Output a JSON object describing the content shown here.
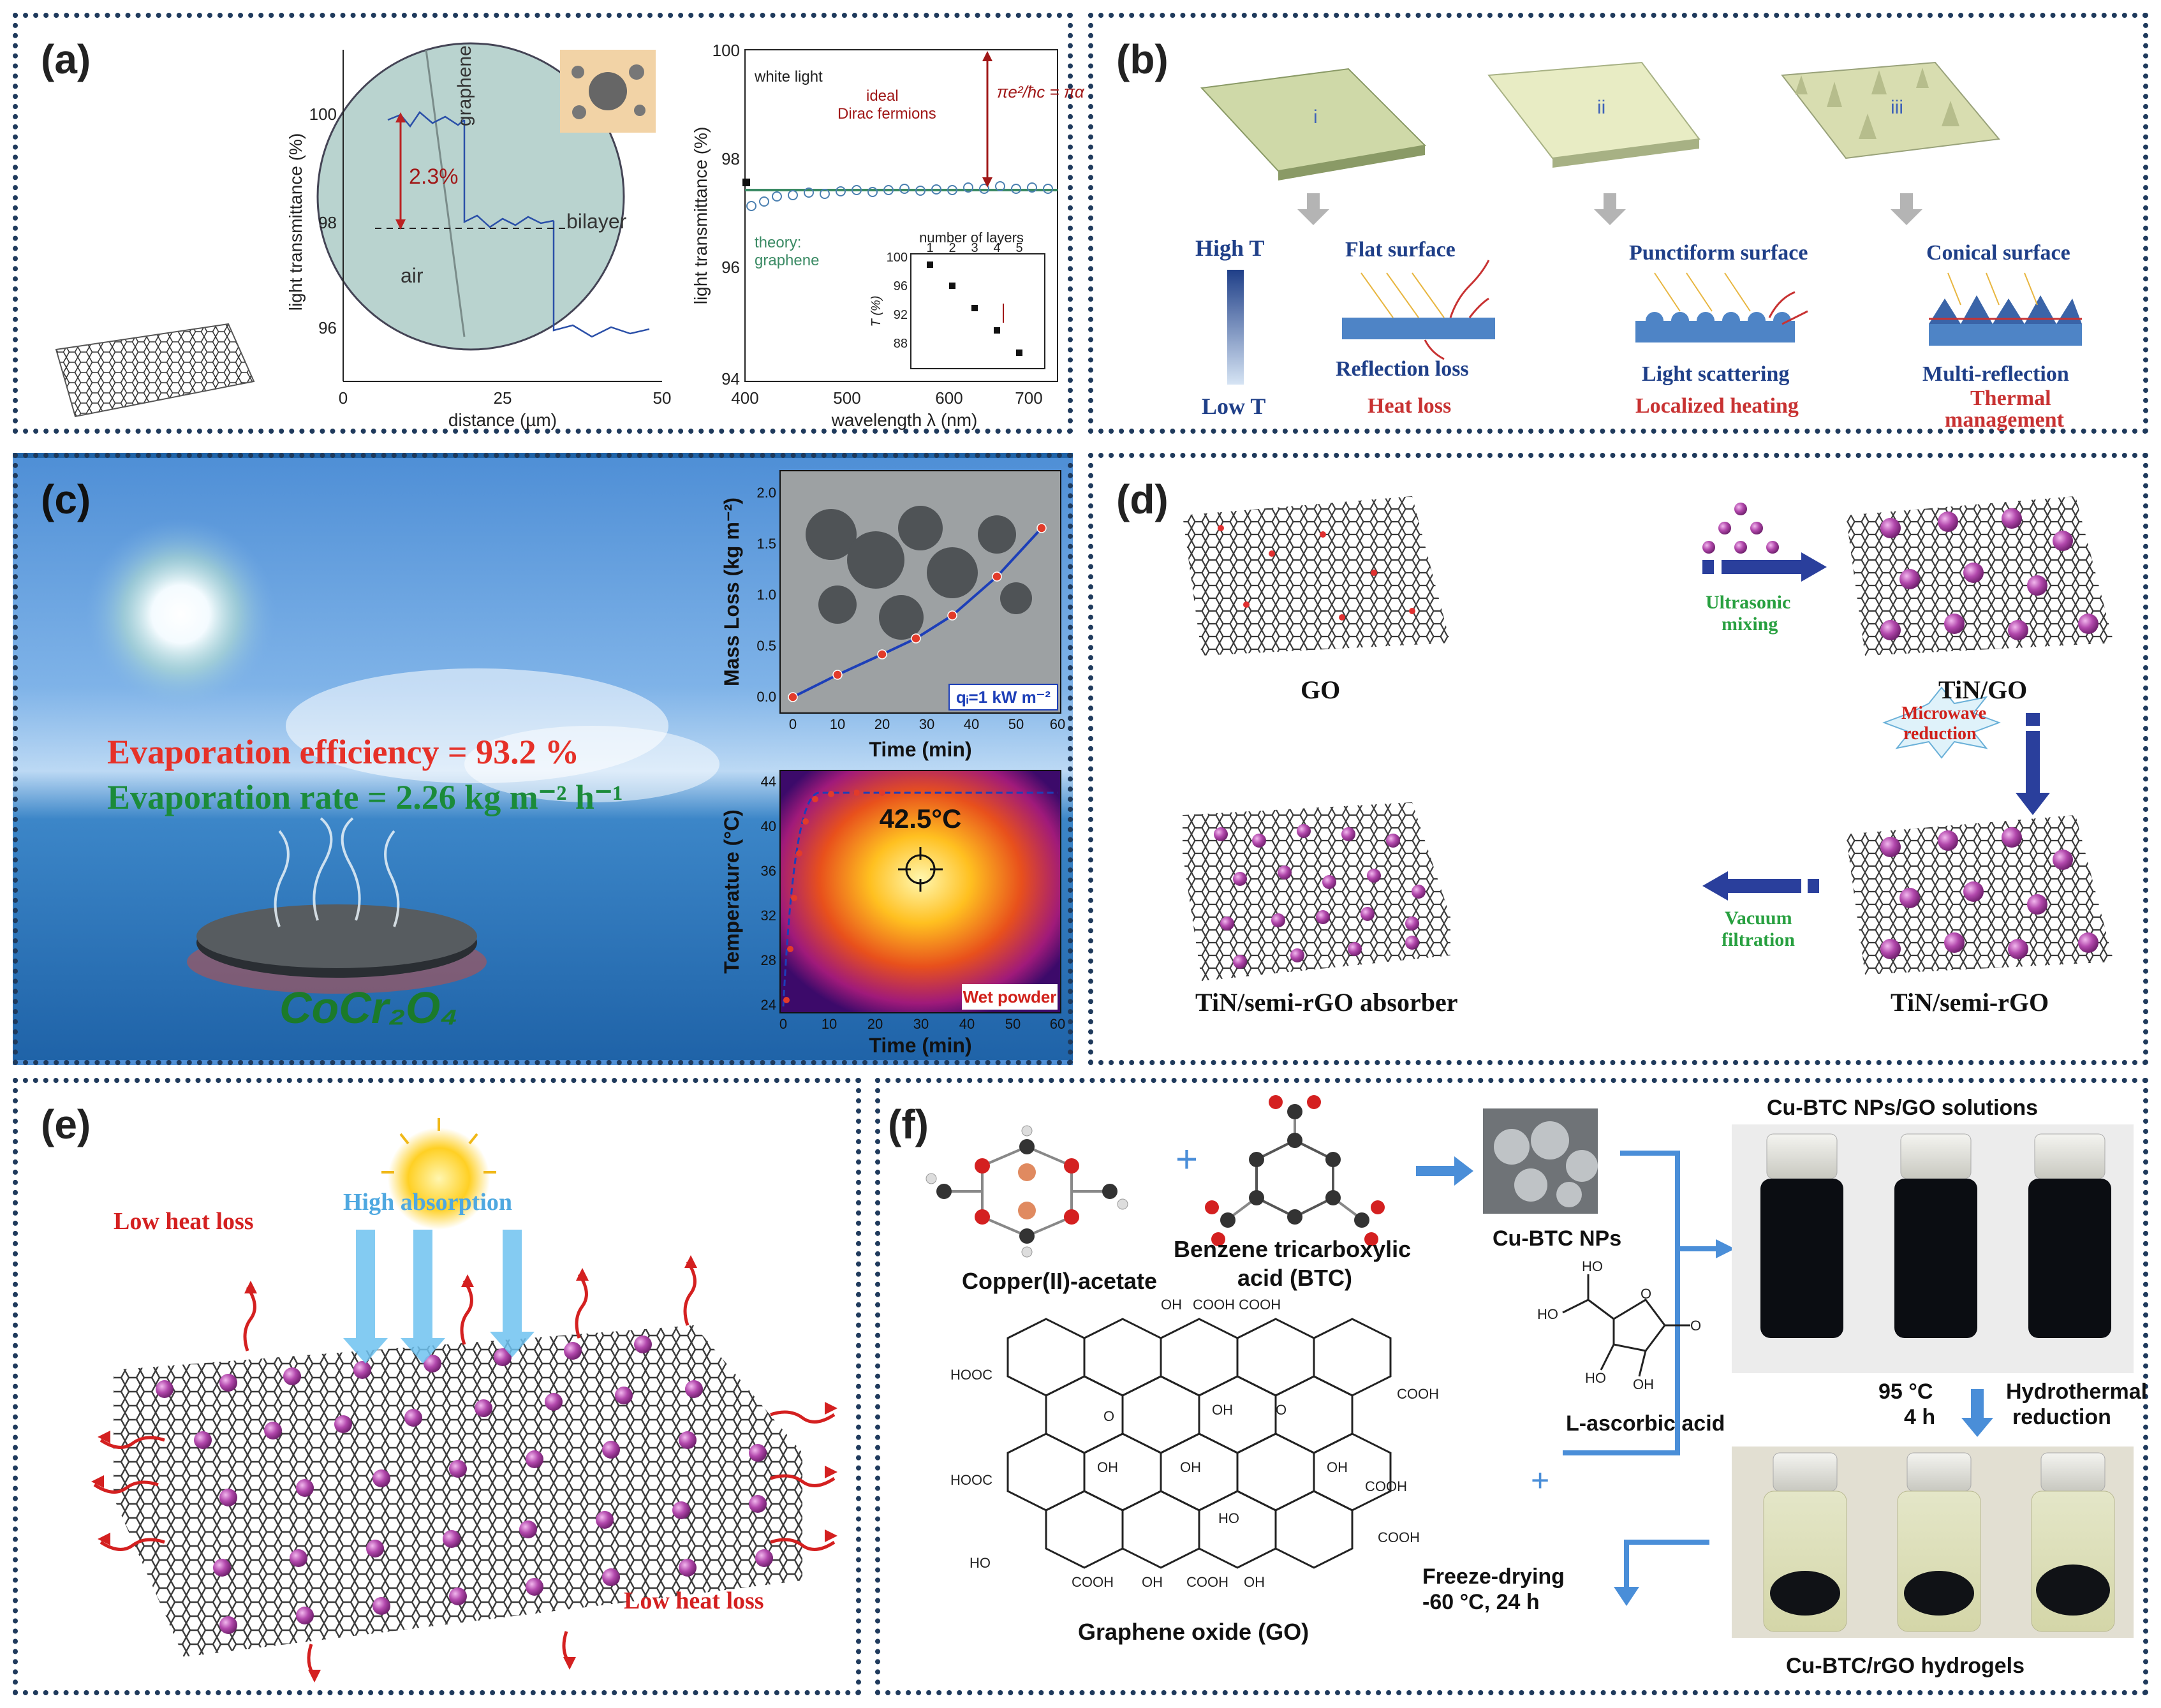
{
  "panels": {
    "a": {
      "label": "(a)",
      "micro": {
        "ylabel": "light transmittance (%)",
        "xlabel": "distance (µm)",
        "yticks": [
          "100",
          "98",
          "96"
        ],
        "xticks": [
          "0",
          "25",
          "50"
        ],
        "text_graphene": "graphene",
        "text_bilayer": "bilayer",
        "text_air": "air",
        "text_step": "2.3%"
      },
      "spectrum": {
        "ylabel": "light transmittance (%)",
        "xlabel": "wavelength λ (nm)",
        "yticks": [
          "100",
          "98",
          "96",
          "94"
        ],
        "xticks": [
          "400",
          "500",
          "600",
          "700"
        ],
        "white_light": "white light",
        "ideal": "ideal",
        "dirac": "Dirac fermions",
        "theory": "theory:",
        "theory2": "graphene",
        "formula": "πe²/ħc = πα",
        "inset_title": "number of layers",
        "inset_ylabel": "T (%)",
        "inset_xticks": [
          "1",
          "2",
          "3",
          "4",
          "5"
        ],
        "inset_yticks": [
          "100",
          "96",
          "92",
          "88"
        ]
      }
    },
    "b": {
      "label": "(b)",
      "roman": [
        "i",
        "ii",
        "iii"
      ],
      "high_t": "High T",
      "low_t": "Low T",
      "col1": {
        "title": "Flat surface",
        "line1": "Reflection loss",
        "line2": "Heat loss"
      },
      "col2": {
        "title": "Punctiform surface",
        "line1": "Light scattering",
        "line2": "Localized heating"
      },
      "col3": {
        "title": "Conical surface",
        "line1": "Multi-reflection",
        "line2": "Thermal",
        "line3": "management"
      }
    },
    "c": {
      "label": "(c)",
      "efficiency": "Evaporation efficiency = 93.2 %",
      "rate": "Evaporation rate = 2.26 kg m⁻² h⁻¹",
      "material": "CoCr₂O₄",
      "mass_ylabel": "Mass Loss (kg m⁻²)",
      "mass_xlabel": "Time (min)",
      "mass_legend": "qᵢ=1 kW m⁻²",
      "mass_yticks": [
        "0.0",
        "0.5",
        "1.0",
        "1.5",
        "2.0"
      ],
      "mass_xticks": [
        "0",
        "10",
        "20",
        "30",
        "40",
        "50",
        "60"
      ],
      "temp_ylabel": "Temperature (°C)",
      "temp_xlabel": "Time (min)",
      "temp_value": "42.5°C",
      "temp_legend": "Wet powder",
      "temp_yticks": [
        "24",
        "28",
        "32",
        "36",
        "40",
        "44"
      ],
      "temp_xticks": [
        "0",
        "10",
        "20",
        "30",
        "40",
        "50",
        "60"
      ]
    },
    "d": {
      "label": "(d)",
      "go": "GO",
      "tin_go": "TiN/GO",
      "ultrasonic1": "Ultrasonic",
      "ultrasonic2": "mixing",
      "microwave1": "Microwave",
      "microwave2": "reduction",
      "vacuum1": "Vacuum",
      "vacuum2": "filtration",
      "absorber": "TiN/semi-rGO absorber",
      "semi": "TiN/semi-rGO"
    },
    "e": {
      "label": "(e)",
      "low_heat_top": "Low heat loss",
      "high_abs": "High absorption",
      "low_heat_bottom": "Low heat loss"
    },
    "f": {
      "label": "(f)",
      "copper": "Copper(II)-acetate",
      "btc1": "Benzene tricarboxylic",
      "btc2": "acid (BTC)",
      "cubtc_nps": "Cu-BTC NPs",
      "solutions": "Cu-BTC NPs/GO solutions",
      "temp": "95 °C",
      "time": "4 h",
      "hydro1": "Hydrothermal",
      "hydro2": "reduction",
      "ascorbic": "L-ascorbic acid",
      "go": "Graphene oxide (GO)",
      "freeze1": "Freeze-drying",
      "freeze2": "-60 °C, 24 h",
      "hydrogels": "Cu-BTC/rGO hydrogels"
    }
  }
}
